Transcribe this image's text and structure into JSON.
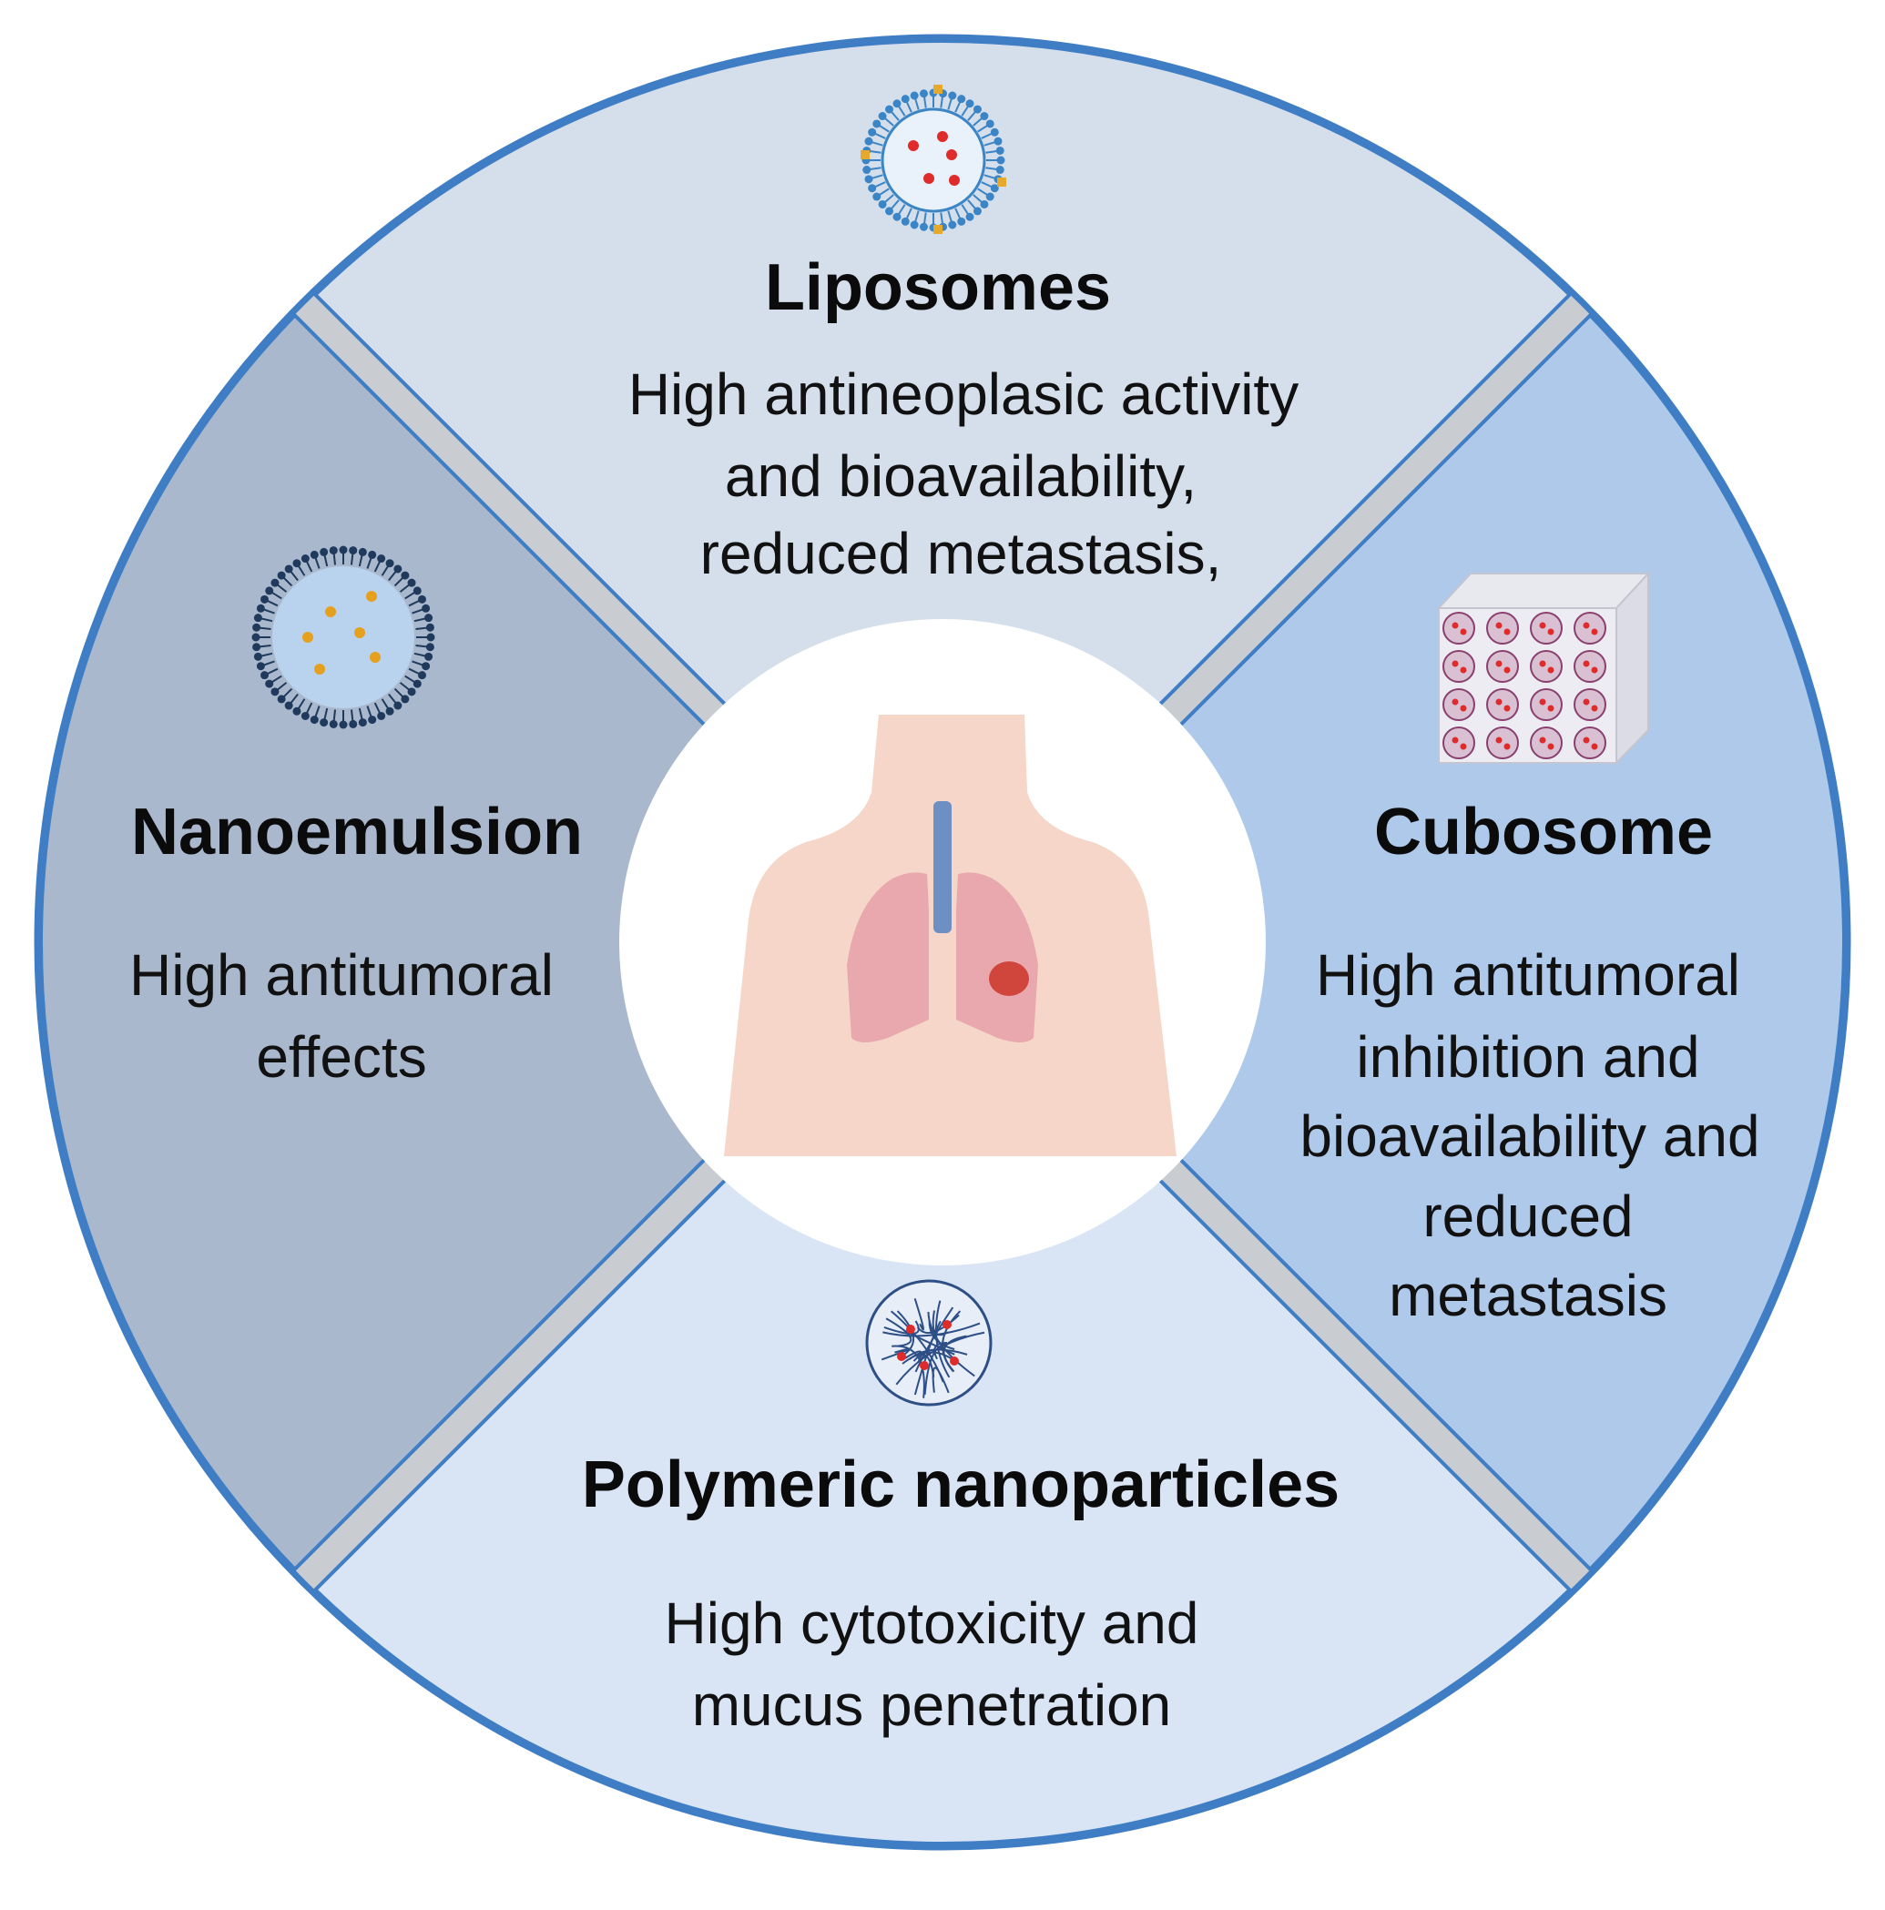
{
  "colors": {
    "outline": "#3f7dc4",
    "gap": "#c9ccd1",
    "liposomes": "#d5dfeb",
    "cubosome": "#afc9ea",
    "polymeric": "#d9e5f5",
    "nanoemulsion": "#a9b8cc",
    "center": "#ffffff",
    "skin": "#f5d6c8",
    "lung": "#e8a8ad",
    "trachea": "#6d8fc4",
    "tumor": "#d0463c"
  },
  "center": {
    "icon": "human-torso-lungs-icon"
  },
  "sectors": {
    "liposomes": {
      "title": "Liposomes",
      "icon": "liposome-icon",
      "lines": [
        "High antineoplasic activity",
        "and bioavailability,",
        "reduced metastasis,"
      ]
    },
    "cubosome": {
      "title": "Cubosome",
      "icon": "cubosome-icon",
      "lines": [
        "High antitumoral",
        "inhibition and",
        "bioavailability and",
        "reduced",
        "metastasis"
      ]
    },
    "polymeric": {
      "title": "Polymeric nanoparticles",
      "icon": "polymeric-nanoparticle-icon",
      "lines": [
        "High cytotoxicity and",
        "mucus penetration"
      ]
    },
    "nanoemulsion": {
      "title": "Nanoemulsion",
      "icon": "nanoemulsion-droplet-icon",
      "lines": [
        "High antitumoral",
        "effects"
      ]
    }
  }
}
